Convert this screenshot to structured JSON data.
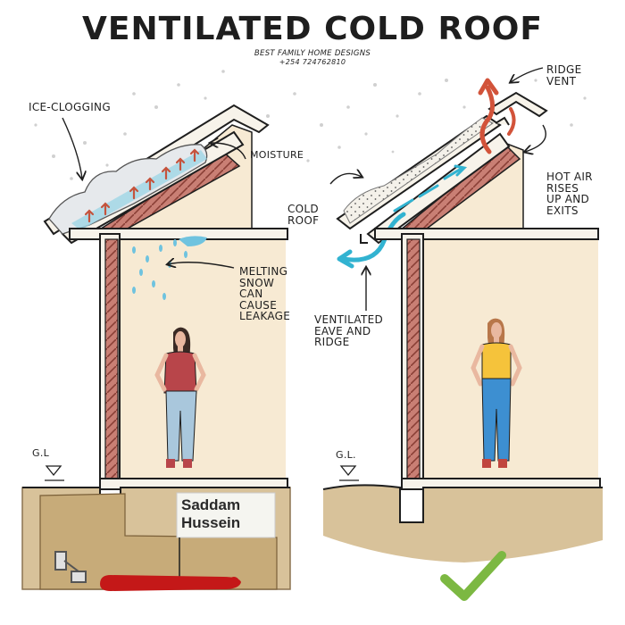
{
  "title": "VENTILATED COLD ROOF",
  "subtitle": "BEST FAMILY HOME DESIGNS",
  "phone": "+254 724762810",
  "labels": {
    "ice_clogging": "ICE-CLOGGING",
    "moisture": "MOISTURE",
    "melting": [
      "MELTING",
      "SNOW",
      "CAN",
      "CAUSE",
      "LEAKAGE"
    ],
    "gl_left": "G.L",
    "ridge_vent": [
      "RIDGE",
      "VENT"
    ],
    "hot_air": [
      "HOT AIR",
      "RISES",
      "UP AND",
      "EXITS"
    ],
    "cold_roof": [
      "COLD",
      "ROOF"
    ],
    "ventilated": [
      "VENTILATED",
      "EAVE AND",
      "RIDGE"
    ],
    "gl_right": "G.L."
  },
  "meme_label": [
    "Saddam",
    "Hussein"
  ],
  "colors": {
    "wall_tan": "#f7ead3",
    "insulation": "#c97f74",
    "airflow": "#32b3d1",
    "hot_air": "#d2533a",
    "check": "#7cb842",
    "ground": "#d8c29a",
    "figure_red": "#c41818"
  }
}
